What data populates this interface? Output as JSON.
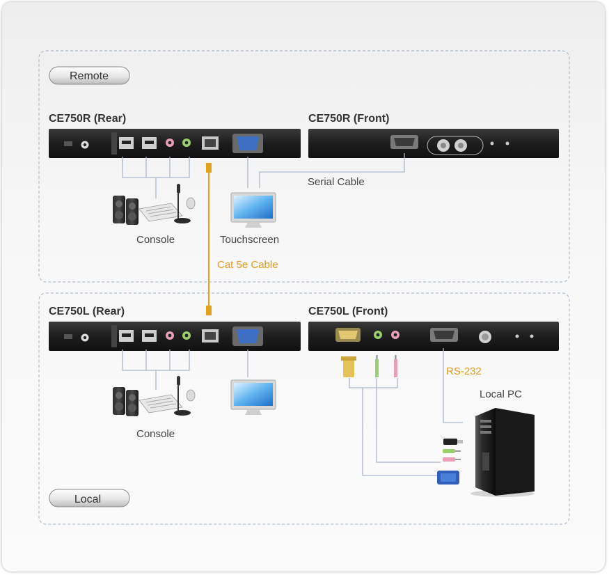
{
  "zones": {
    "remote_label": "Remote",
    "local_label": "Local"
  },
  "devices": {
    "remote_rear": "CE750R (Rear)",
    "remote_front": "CE750R (Front)",
    "local_rear": "CE750L (Rear)",
    "local_front": "CE750L (Front)"
  },
  "labels": {
    "serial_cable": "Serial Cable",
    "console_remote": "Console",
    "touchscreen": "Touchscreen",
    "cat5e_cable": "Cat 5e Cable",
    "console_local": "Console",
    "rs232": "RS-232",
    "local_pc": "Local PC"
  },
  "colors": {
    "device_body": "#1f1f1f",
    "cable_gray": "#a9b7c9",
    "cable_orange": "#e3a01c",
    "accent_text": "#e39a1c",
    "zone_border": "#9fb1c7"
  },
  "icons": [
    "usb-port-icon",
    "audio-jack-icon",
    "rj45-port-icon",
    "vga-port-icon",
    "speaker-icon",
    "keyboard-icon",
    "mouse-icon",
    "microphone-icon",
    "monitor-icon",
    "computer-tower-icon"
  ]
}
